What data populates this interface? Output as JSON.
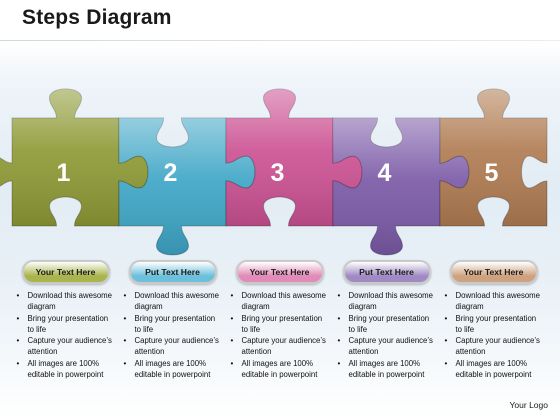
{
  "title": "Steps Diagram",
  "steps": [
    {
      "number": "1",
      "label": "Your Text Here",
      "color": "#8e9a36",
      "pill_color": "#aab44c",
      "bullets": [
        "Download this awesome diagram",
        "Bring your presentation to life",
        "Capture your audience’s attention",
        "All images are 100% editable in powerpoint"
      ]
    },
    {
      "number": "2",
      "label": "Put Text Here",
      "color": "#3ea6c6",
      "pill_color": "#6cc0dc",
      "bullets": [
        "Download this awesome diagram",
        "Bring your presentation to life",
        "Capture your audience’s attention",
        "All images are 100% editable in powerpoint"
      ]
    },
    {
      "number": "3",
      "label": "Your Text Here",
      "color": "#cc5293",
      "pill_color": "#e08bb8",
      "bullets": [
        "Download this awesome diagram",
        "Bring your presentation to life",
        "Capture your audience’s attention",
        "All images are 100% editable in powerpoint"
      ]
    },
    {
      "number": "4",
      "label": "Put Text Here",
      "color": "#7b5aa7",
      "pill_color": "#a08ac3",
      "bullets": [
        "Download this awesome diagram",
        "Bring your presentation to life",
        "Capture your audience’s attention",
        "All images are 100% editable in powerpoint"
      ]
    },
    {
      "number": "5",
      "label": "Your Text Here",
      "color": "#b07c52",
      "pill_color": "#cfa27f",
      "bullets": [
        "Download this awesome diagram",
        "Bring your presentation to life",
        "Capture your audience’s attention",
        "All images are 100% editable in powerpoint"
      ]
    }
  ],
  "footer": {
    "logo_text": "Your Logo"
  }
}
